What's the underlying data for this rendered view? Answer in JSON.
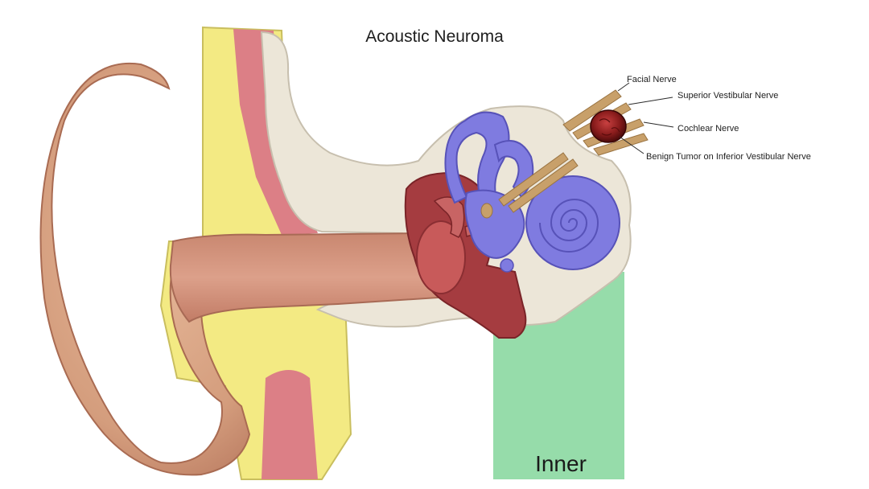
{
  "diagram": {
    "title": "Acoustic Neuroma",
    "section_label": "Inner",
    "labels": {
      "facial_nerve": "Facial Nerve",
      "superior_vestibular_nerve": "Superior Vestibular Nerve",
      "cochlear_nerve": "Cochlear Nerve",
      "benign_tumor": "Benign Tumor on Inferior Vestibular Nerve"
    },
    "colors": {
      "outer_ear_skin": "#d7a383",
      "cartilage_yellow": "#f3ea83",
      "tissue_pink": "#dc7f86",
      "bone_beige": "#ece6d8",
      "ossicles_red": "#a53c40",
      "cochlea_blue": "#7f7be0",
      "inner_region_green": "#96dcaa",
      "nerve_tan": "#c8a06a",
      "tumor_red": "#8a1c1c"
    }
  }
}
